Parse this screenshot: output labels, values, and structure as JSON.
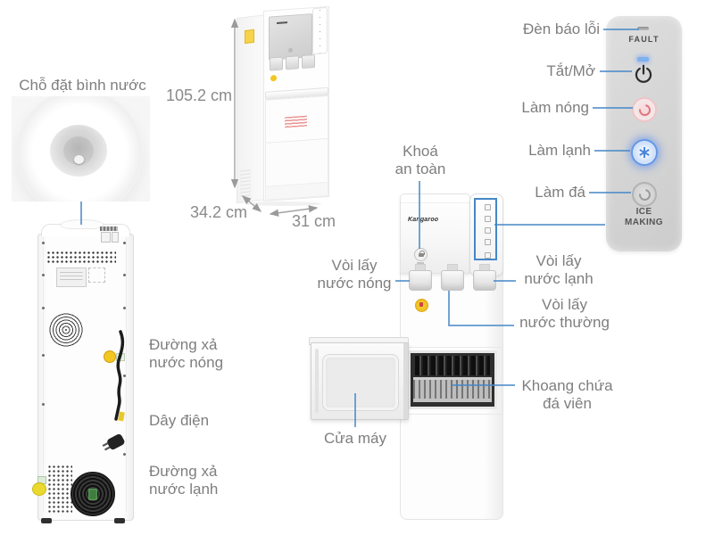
{
  "colors": {
    "annotation_blue": "#4587c7",
    "label_gray": "#7e7e7e",
    "dimension_gray": "#8a8a8a",
    "panel_gray": "#d6d6d6",
    "heat_accent": "#e2737c",
    "cold_accent": "#4c86da",
    "warning_yellow": "#f3c623"
  },
  "bottle_seat": {
    "label": "Chỗ đặt bình nước"
  },
  "iso_view": {
    "height": "105.2 cm",
    "depth": "34.2 cm",
    "width": "31 cm"
  },
  "control_panel": {
    "labels": {
      "fault": "Đèn báo lỗi",
      "power": "Tắt/Mở",
      "heat": "Làm nóng",
      "cold": "Làm lạnh",
      "ice": "Làm đá"
    },
    "panel_text": {
      "fault": "FAULT",
      "ice_making_1": "ICE",
      "ice_making_2": "MAKING"
    }
  },
  "front_view": {
    "brand": "Kangaroo",
    "safety_lock": {
      "line1": "Khoá",
      "line2": "an toàn"
    },
    "hot_tap": {
      "line1": "Vòi lấy",
      "line2": "nước nóng"
    },
    "cold_tap": {
      "line1": "Vòi lấy",
      "line2": "nước lạnh"
    },
    "normal_tap": {
      "line1": "Vòi lấy",
      "line2": "nước thường"
    },
    "ice_box": {
      "line1": "Khoang chứa",
      "line2": "đá viên"
    },
    "door": "Cửa máy"
  },
  "rear_view": {
    "hot_drain": {
      "line1": "Đường xả",
      "line2": "nước nóng"
    },
    "power_cord": "Dây điện",
    "cold_drain": {
      "line1": "Đường xả",
      "line2": "nước lạnh"
    }
  }
}
